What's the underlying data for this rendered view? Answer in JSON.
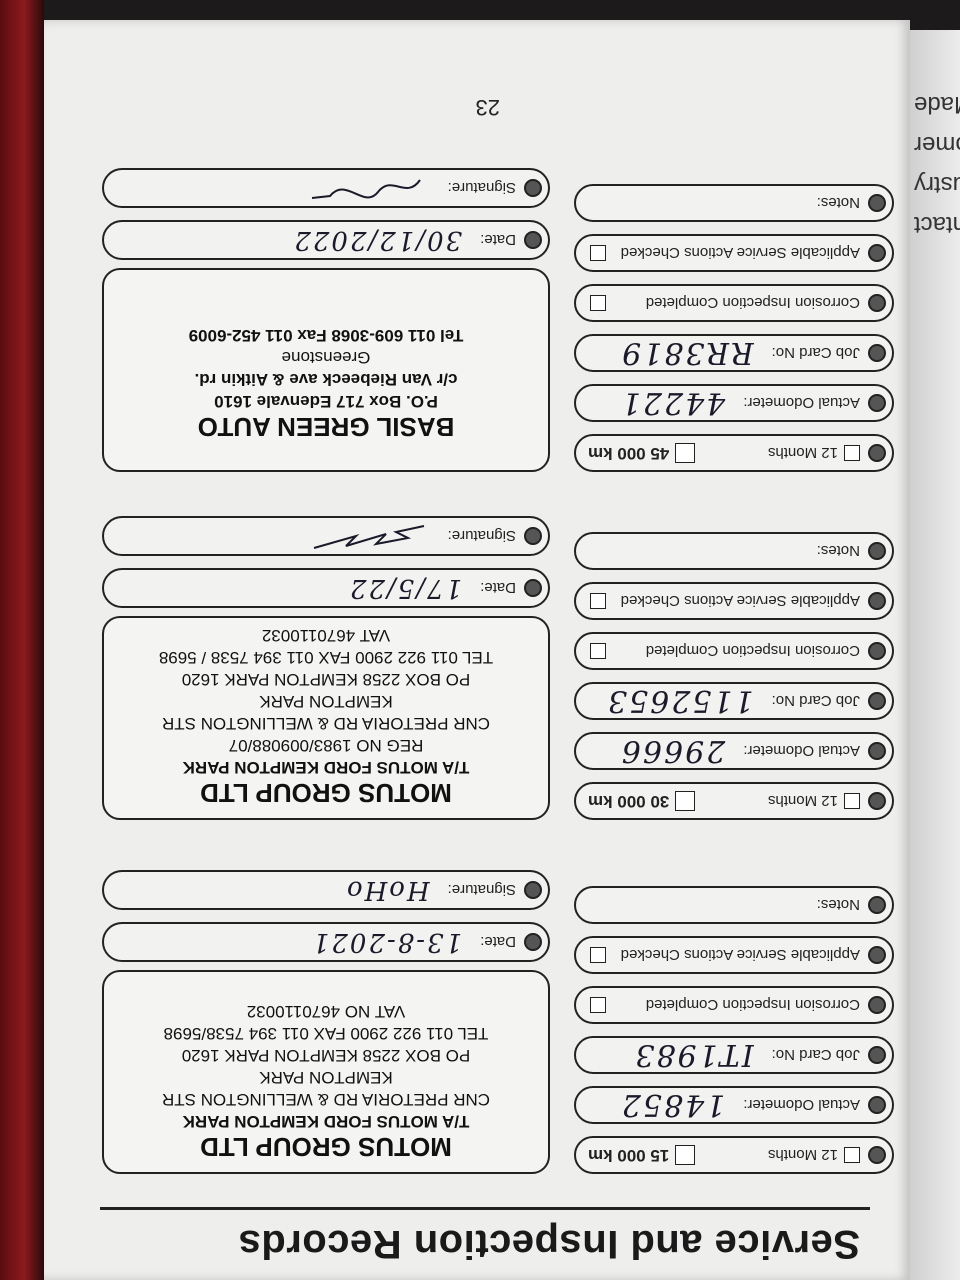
{
  "page": {
    "title": "Service and Inspection Records",
    "page_number": "23"
  },
  "right_page": {
    "snippets": [
      "ntact",
      "ustry",
      "omer",
      "Made"
    ]
  },
  "labels": {
    "months": "12 Months",
    "actual_odometer": "Actual Odometer:",
    "job_card": "Job Card No:",
    "corrosion": "Corrosion Inspection Completed",
    "service_actions": "Applicable Service Actions Checked",
    "notes": "Notes:",
    "date": "Date:",
    "signature": "Signature:"
  },
  "records": [
    {
      "km": "15 000 km",
      "odometer": "14852",
      "job_card": "IT1983",
      "date": "13-8-2021",
      "signature": "HoHo",
      "stamp": {
        "name": "MOTUS GROUP LTD",
        "trading": "T/A MOTUS FORD KEMPTON PARK",
        "address1": "CNR PRETORIA RD & WELLINGTON STR",
        "address2": "KEMPTON PARK",
        "address3": "PO BOX 2258 KEMPTON PARK 1620",
        "phone": "TEL 011 922 2900 FAX 011 394 7538/5698",
        "vat": "VAT NO 4670110032"
      }
    },
    {
      "km": "30 000 km",
      "odometer": "29666",
      "job_card": "1152653",
      "date": "17/5/22",
      "signature": "",
      "stamp": {
        "name": "MOTUS GROUP LTD",
        "trading": "T/A MOTUS FORD KEMPTON PARK",
        "reg": "REG NO 1983/009088/07",
        "address1": "CNR PRETORIA RD & WELLINGTON STR",
        "address2": "KEMPTON PARK",
        "address3": "PO BOX 2258 KEMPTON PARK 1620",
        "phone": "TEL 011 922 2900  FAX 011 394 7538 / 5698",
        "vat": "VAT 4670110032"
      }
    },
    {
      "km": "45 000 km",
      "odometer": "44221",
      "job_card": "RR3819",
      "date": "30/12/2022",
      "signature": "",
      "stamp": {
        "name": "BASIL GREEN AUTO",
        "po_box": "P.O. Box 717 Edenvale 1610",
        "address1": "c/r Van Riebeeck ave & Aitkin rd.",
        "address2": "Greenstone",
        "phone": "Tel 011 609-3068  Fax 011 452-6009"
      }
    }
  ]
}
